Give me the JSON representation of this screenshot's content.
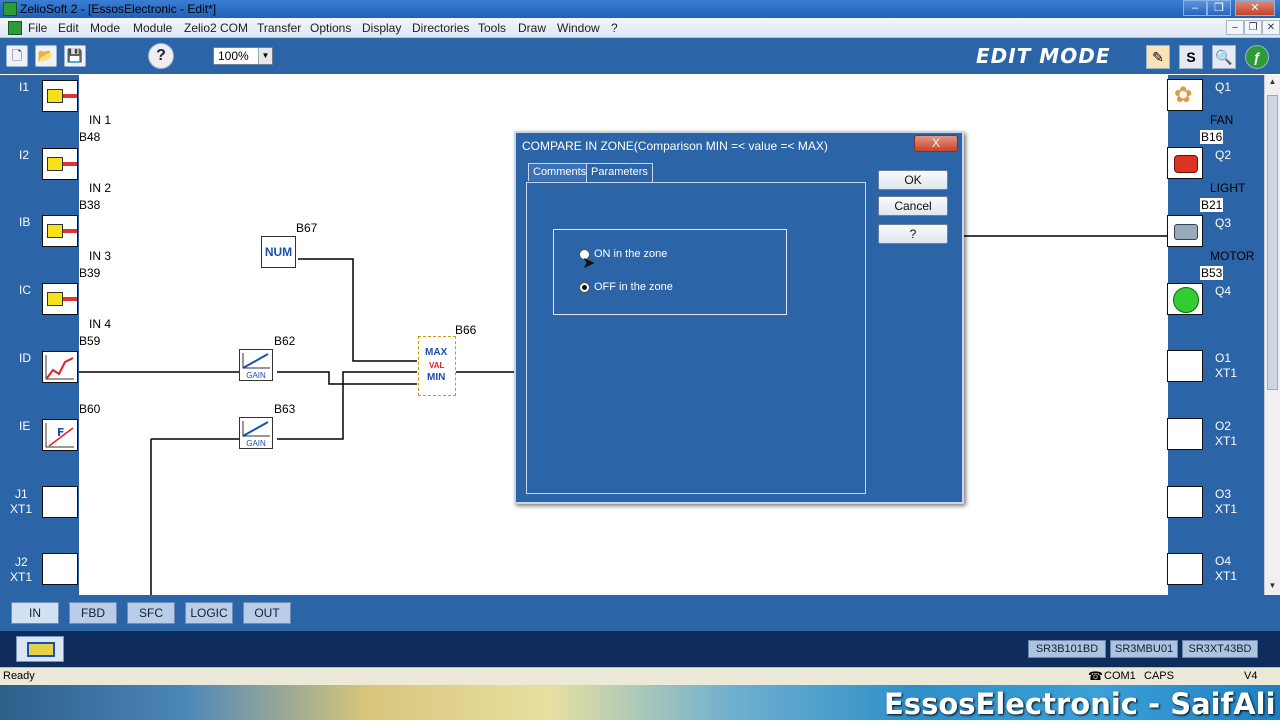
{
  "window": {
    "title": "ZelioSoft 2 - [EssosElectronic - Edit*]"
  },
  "menu": [
    "File",
    "Edit",
    "Mode",
    "Module",
    "Zelio2 COM",
    "Transfer",
    "Options",
    "Display",
    "Directories",
    "Tools",
    "Draw",
    "Window",
    "?"
  ],
  "toolbar": {
    "zoom": "100%",
    "help_label": "?",
    "mode_label": "EDIT MODE",
    "s_label": "S"
  },
  "inputs": [
    {
      "id": "I1",
      "name": "IN 1",
      "block": "B48"
    },
    {
      "id": "I2",
      "name": "IN 2",
      "block": "B38"
    },
    {
      "id": "IB",
      "name": "IN 3",
      "block": "B39"
    },
    {
      "id": "IC",
      "name": "IN 4",
      "block": "B59"
    },
    {
      "id": "ID",
      "block": "B60"
    },
    {
      "id": "IE"
    },
    {
      "id": "J1",
      "sub": "XT1"
    },
    {
      "id": "J2",
      "sub": "XT1"
    }
  ],
  "outputs": [
    {
      "id": "Q1",
      "name": "FAN",
      "block": "B16"
    },
    {
      "id": "Q2",
      "name": "LIGHT",
      "block": "B21"
    },
    {
      "id": "Q3",
      "name": "MOTOR",
      "block": "B53"
    },
    {
      "id": "Q4"
    },
    {
      "id": "O1",
      "sub": "XT1"
    },
    {
      "id": "O2",
      "sub": "XT1"
    },
    {
      "id": "O3",
      "sub": "XT1"
    },
    {
      "id": "O4",
      "sub": "XT1"
    }
  ],
  "blocks": {
    "num": {
      "label": "B67",
      "text": "NUM"
    },
    "gain1": {
      "label": "B62",
      "text": "GAIN"
    },
    "gain2": {
      "label": "B63",
      "text": "GAIN"
    },
    "compare": {
      "label": "B66",
      "max": "MAX",
      "val": "VAL",
      "min": "MIN"
    }
  },
  "dialog": {
    "title": "COMPARE IN ZONE(Comparison MIN =< value =< MAX)",
    "close": "X",
    "tabs": [
      "Comments",
      "Parameters"
    ],
    "options": [
      "ON in the zone",
      "OFF in the zone"
    ],
    "buttons": {
      "ok": "OK",
      "cancel": "Cancel",
      "help": "?"
    }
  },
  "bottom_tabs": [
    "IN",
    "FBD",
    "SFC",
    "LOGIC",
    "OUT"
  ],
  "modules": [
    "SR3B101BD",
    "SR3MBU01",
    "SR3XT43BD"
  ],
  "status": {
    "left": "Ready",
    "com": "COM1",
    "caps": "CAPS",
    "ver": "V4"
  },
  "watermark": "EssosElectronic - SaifAli"
}
